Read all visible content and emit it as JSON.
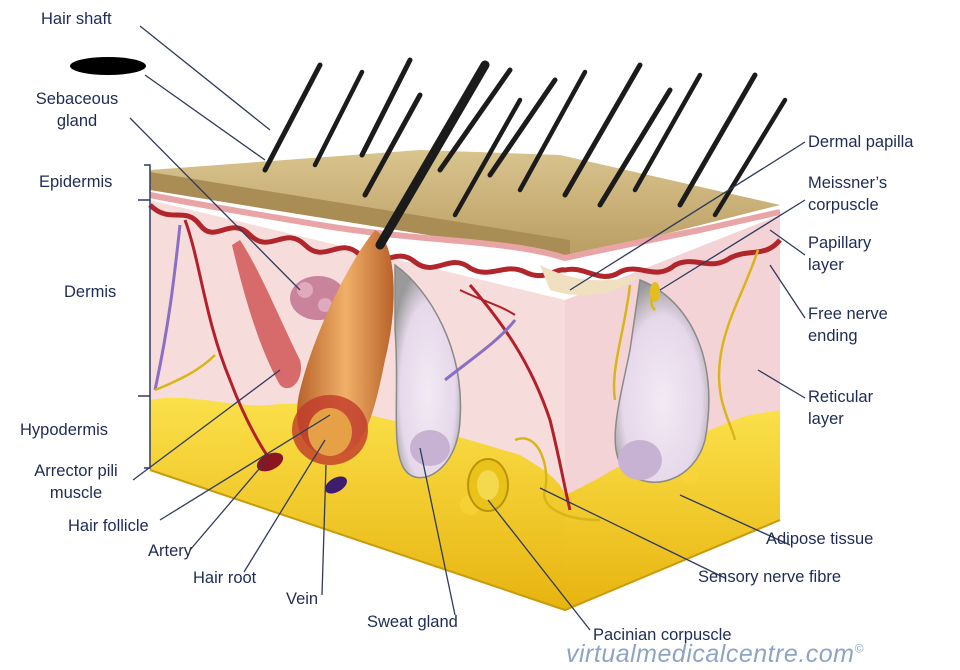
{
  "labels": {
    "hair_shaft": "Hair shaft",
    "sebaceous_gland": "Sebaceous\ngland",
    "epidermis": "Epidermis",
    "dermis": "Dermis",
    "hypodermis": "Hypodermis",
    "arrector_pili_muscle": "Arrector pili\nmuscle",
    "hair_follicle": "Hair follicle",
    "artery": "Artery",
    "hair_root": "Hair root",
    "vein": "Vein",
    "sweat_gland": "Sweat gland",
    "pacinian_corpuscle": "Pacinian corpuscle",
    "sensory_nerve_fibre": "Sensory nerve fibre",
    "adipose_tissue": "Adipose tissue",
    "reticular_layer": "Reticular\nlayer",
    "free_nerve_ending": "Free nerve\nending",
    "papillary_layer": "Papillary\nlayer",
    "meissners_corpuscle": "Meissner’s\ncorpuscle",
    "dermal_papilla": "Dermal papilla"
  },
  "watermark": "virtualmedicalcentre.com",
  "watermark_mark": "©",
  "colors": {
    "label_text": "#1f2b55",
    "leader_line": "#2f3a5e",
    "epidermis": "#c9b27a",
    "dermis": "#f6dede",
    "adipose": "#f2c51a",
    "hair": "#1b1b1b",
    "follicle": "#d98a3c",
    "artery": "#b3202a",
    "vein": "#5a2d8c",
    "nerve": "#d8b61a",
    "watermark": "#8fa4c4"
  }
}
